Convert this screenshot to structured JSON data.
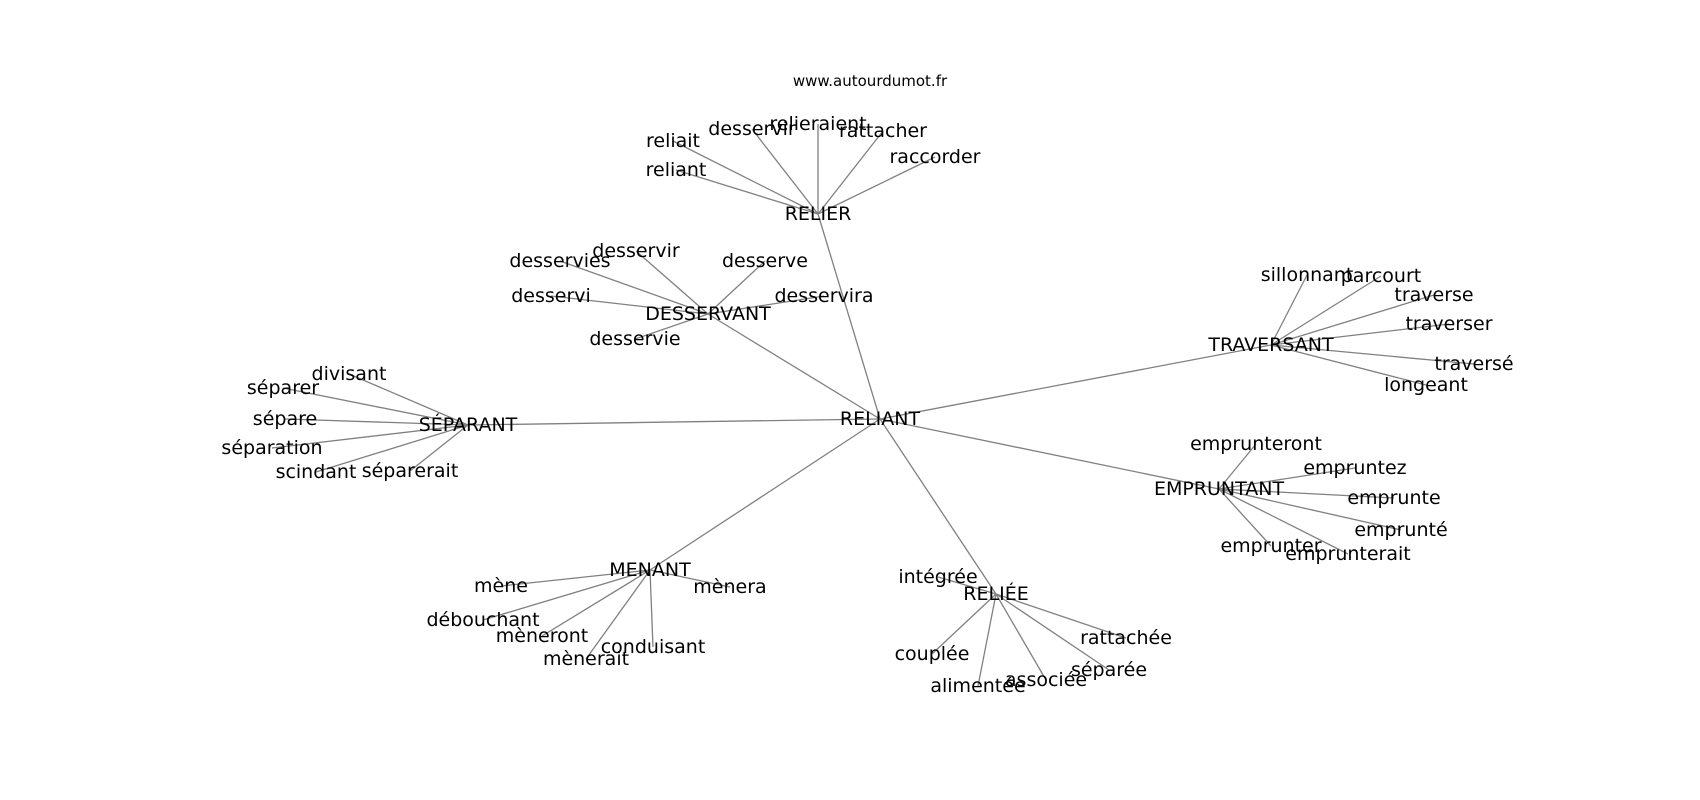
{
  "source": "www.autourdumot.fr",
  "center": "RELIANT",
  "clusters": [
    {
      "hub": "RELIER",
      "words": [
        "reliait",
        "desservir",
        "relieraient",
        "rattacher",
        "raccorder",
        "reliant"
      ]
    },
    {
      "hub": "DESSERVANT",
      "words": [
        "desservies",
        "desservir",
        "desserve",
        "desservi",
        "desservira",
        "desservie"
      ]
    },
    {
      "hub": "TRAVERSANT",
      "words": [
        "sillonnant",
        "parcourt",
        "traverse",
        "traverser",
        "traversé",
        "longeant"
      ]
    },
    {
      "hub": "SÉPARANT",
      "words": [
        "divisant",
        "séparer",
        "sépare",
        "séparation",
        "scindant",
        "séparerait"
      ]
    },
    {
      "hub": "EMPRUNTANT",
      "words": [
        "emprunteront",
        "empruntez",
        "emprunte",
        "emprunté",
        "emprunter",
        "emprunterait"
      ]
    },
    {
      "hub": "MENANT",
      "words": [
        "mène",
        "mènera",
        "débouchant",
        "mèneront",
        "conduisant",
        "mènerait"
      ]
    },
    {
      "hub": "RELIÉE",
      "words": [
        "intégrée",
        "rattachée",
        "couplée",
        "séparée",
        "associée",
        "alimentée"
      ]
    }
  ]
}
